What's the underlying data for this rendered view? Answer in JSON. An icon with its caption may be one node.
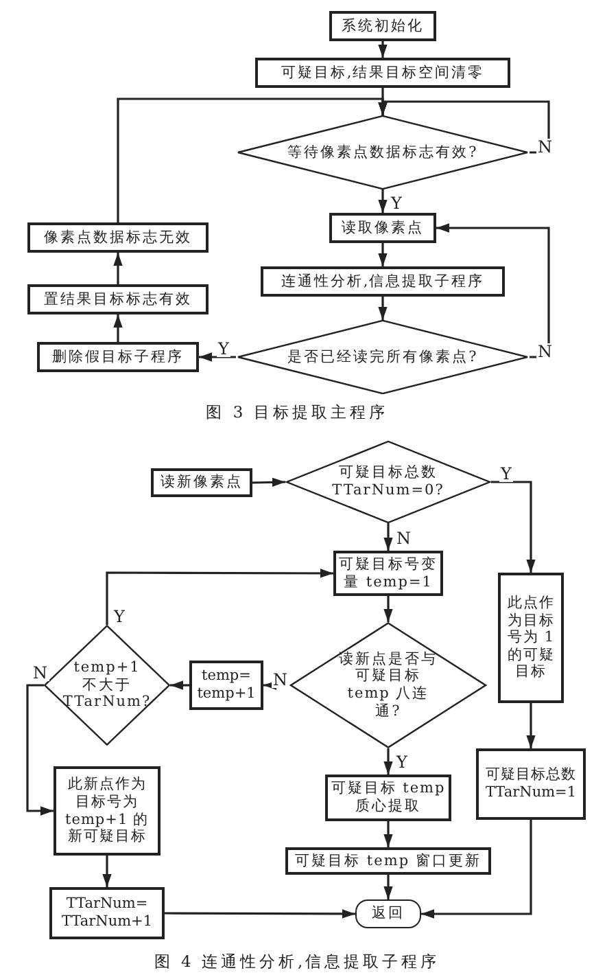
{
  "diagram": {
    "nodes": [
      {
        "text": [
          "系统初始化"
        ]
      },
      {
        "text": [
          "可疑目标,结果目标空间清零"
        ]
      },
      {
        "text": [
          "等待像素点数据标志有效?"
        ]
      },
      {
        "text": [
          "读取像素点"
        ]
      },
      {
        "text": [
          "连通性分析,信息提取子程序"
        ]
      },
      {
        "text": [
          "是否已经读完所有像素点?"
        ]
      },
      {
        "text": [
          "删除假目标子程序"
        ]
      },
      {
        "text": [
          "置结果目标标志有效"
        ]
      },
      {
        "text": [
          "像素点数据标志无效"
        ]
      },
      {
        "text": [
          "读新像素点"
        ]
      },
      {
        "text": [
          "可疑目标总数 TTarNum=0?"
        ]
      },
      {
        "text": [
          "可疑目标号变量 temp=1"
        ]
      },
      {
        "text": [
          "此点作为目标号为 1 的可疑目标"
        ]
      },
      {
        "text": [
          "temp+1 不大于 TTarNum?"
        ]
      },
      {
        "text": [
          "temp= temp+1"
        ]
      },
      {
        "text": [
          "读新点是否与可疑目标 temp 八连通?"
        ]
      },
      {
        "text": [
          "此新点作为目标号为 temp+1 的新可疑目标"
        ]
      },
      {
        "text": [
          "可疑目标 temp 质心提取"
        ]
      },
      {
        "text": [
          "可疑目标总数 TTarNum=1"
        ]
      },
      {
        "text": [
          "可疑目标 temp 窗口更新"
        ]
      },
      {
        "text": [
          "TTarNum= TTarNum+1"
        ]
      },
      {
        "text": [
          "返回"
        ]
      }
    ],
    "edges": [
      {
        "from": 0,
        "to": 1,
        "arrow": "to"
      },
      {
        "from": 1,
        "to": 2,
        "arrow": "to"
      },
      {
        "from": 2,
        "to": 2,
        "arrow": "to",
        "label": "N"
      },
      {
        "from": 2,
        "to": 3,
        "arrow": "to",
        "label": "Y"
      },
      {
        "from": 3,
        "to": 4,
        "arrow": "to"
      },
      {
        "from": 4,
        "to": 5,
        "arrow": "to"
      },
      {
        "from": 5,
        "to": 3,
        "arrow": "to",
        "label": "N"
      },
      {
        "from": 5,
        "to": 6,
        "arrow": "to",
        "label": "Y"
      },
      {
        "from": 6,
        "to": 7,
        "arrow": "to"
      },
      {
        "from": 7,
        "to": 8,
        "arrow": "to"
      },
      {
        "from": 8,
        "to": 2,
        "arrow": "to"
      },
      {
        "from": 9,
        "to": 10,
        "arrow": "to"
      },
      {
        "from": 10,
        "to": 12,
        "arrow": "to",
        "label": "Y"
      },
      {
        "from": 10,
        "to": 11,
        "arrow": "to",
        "label": "N"
      },
      {
        "from": 11,
        "to": 15,
        "arrow": "to"
      },
      {
        "from": 15,
        "to": 14,
        "arrow": "to",
        "label": "N"
      },
      {
        "from": 14,
        "to": 13,
        "arrow": "to"
      },
      {
        "from": 13,
        "to": 11,
        "arrow": "to",
        "label": "Y"
      },
      {
        "from": 13,
        "to": 16,
        "arrow": "to",
        "label": "N"
      },
      {
        "from": 15,
        "to": 17,
        "arrow": "to",
        "label": "Y"
      },
      {
        "from": 17,
        "to": 19,
        "arrow": "to"
      },
      {
        "from": 19,
        "to": 21,
        "arrow": "to"
      },
      {
        "from": 16,
        "to": 20,
        "arrow": "to"
      },
      {
        "from": 20,
        "to": 21,
        "arrow": "to"
      },
      {
        "from": 12,
        "to": 18,
        "arrow": "to"
      },
      {
        "from": 18,
        "to": 21,
        "arrow": "to"
      }
    ],
    "labels": [
      "图 3 目标提取主程序",
      "图 4 连通性分析,信息提取子程序"
    ]
  }
}
